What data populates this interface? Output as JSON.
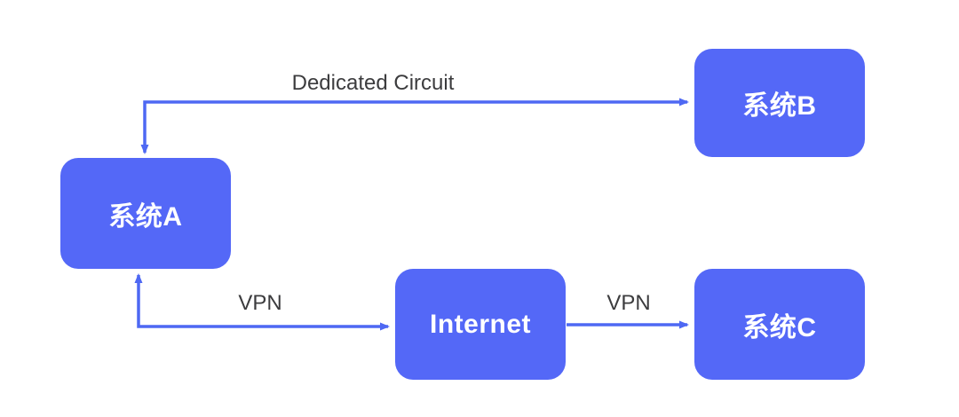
{
  "diagram": {
    "title": "network-connectivity-diagram",
    "colors": {
      "background": "#ffffff",
      "node_fill": "#5468f7",
      "node_text": "#ffffff",
      "edge_stroke": "#4e68f3",
      "edge_label_text": "#3c3c3e"
    },
    "nodes": [
      {
        "id": "system-a",
        "label": "系统A"
      },
      {
        "id": "system-b",
        "label": "系统B"
      },
      {
        "id": "internet",
        "label": "Internet"
      },
      {
        "id": "system-c",
        "label": "系统C"
      }
    ],
    "edges": [
      {
        "id": "dedicated-circuit",
        "label": "Dedicated Circuit",
        "from": "system-a",
        "to": "system-b",
        "arrows": "both",
        "shape": "elbow-up-right"
      },
      {
        "id": "vpn-a-internet",
        "label": "VPN",
        "from": "system-a",
        "to": "internet",
        "arrows": "both",
        "shape": "elbow-down-right"
      },
      {
        "id": "vpn-internet-c",
        "label": "VPN",
        "from": "internet",
        "to": "system-c",
        "arrows": "end",
        "shape": "straight"
      }
    ]
  }
}
